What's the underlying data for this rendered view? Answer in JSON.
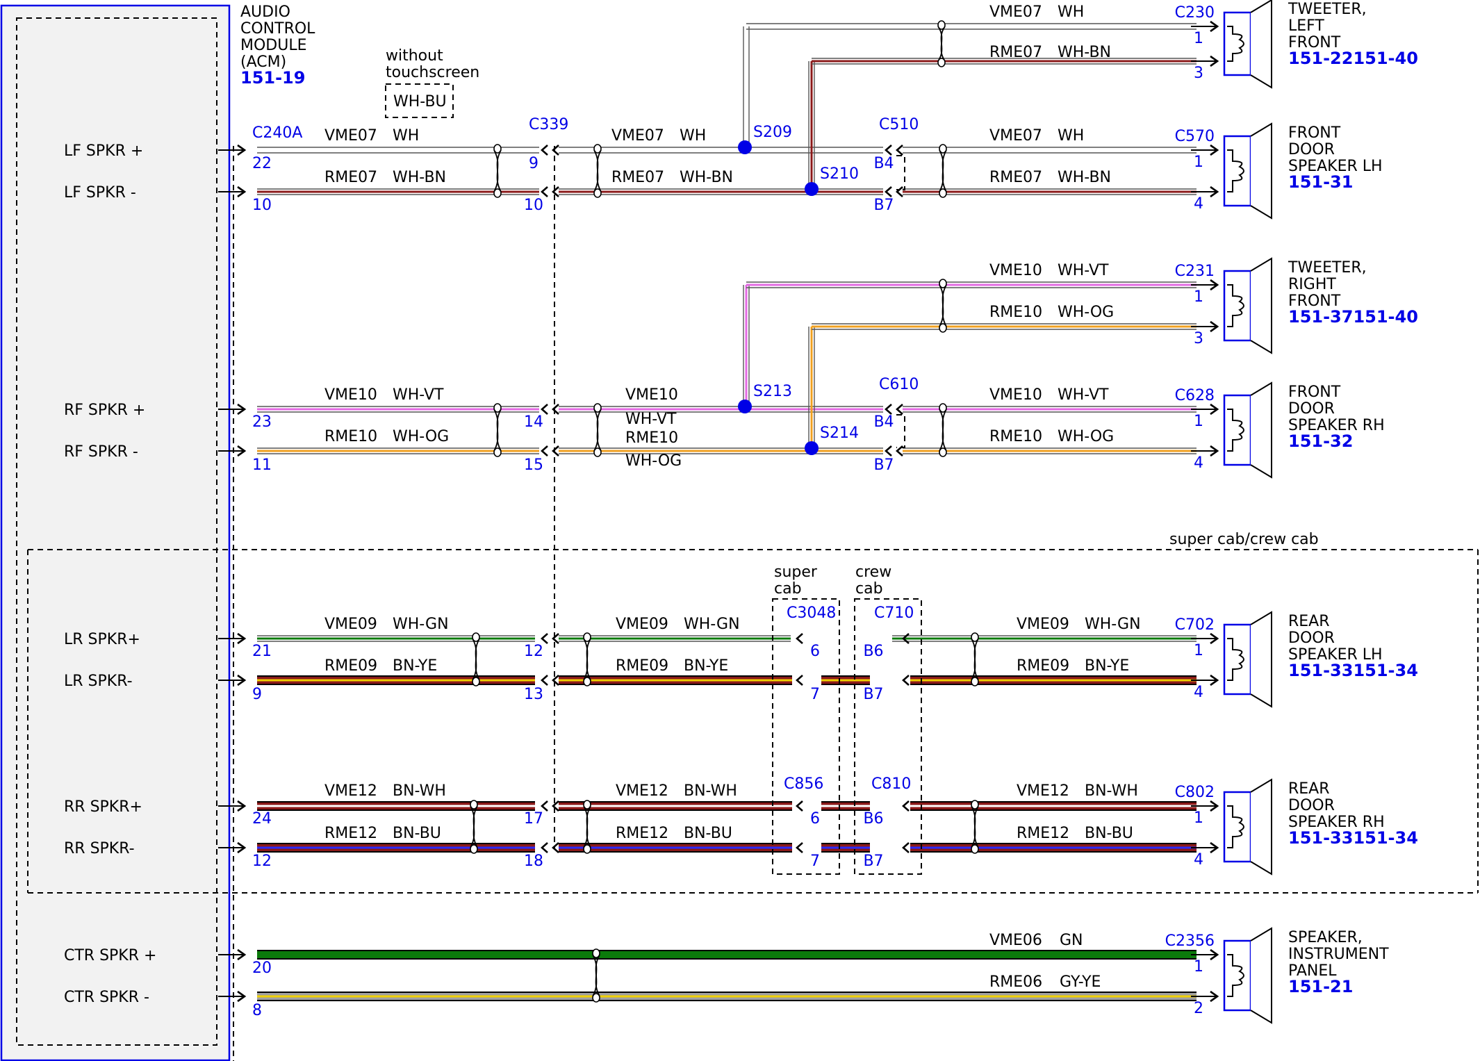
{
  "palette": {
    "WH": "#ffffff",
    "BN": "#8b1a1a",
    "BU": "#2a2aff",
    "GN": "#0b7a0b",
    "YE": "#f0d000",
    "VT": "#e36ae3",
    "OG": "#f0a020",
    "GY": "#a0a0a0",
    "blue": "#0000e6",
    "module_fill": "#f2f2f2"
  },
  "module": {
    "title_lines": [
      "AUDIO",
      "CONTROL",
      "MODULE",
      "(ACM)"
    ],
    "ref": "151-19",
    "pins": [
      "LF SPKR +",
      "LF SPKR -",
      "RF SPKR +",
      "RF SPKR -",
      "LR SPKR+",
      "LR SPKR-",
      "RR SPKR+",
      "RR SPKR-",
      "CTR SPKR +",
      "CTR SPKR -"
    ]
  },
  "option_note": {
    "lines": [
      "without",
      "touchscreen"
    ],
    "code": "WH-BU"
  },
  "zone_label": "super cab/crew cab",
  "cab_labels": {
    "super": [
      "super",
      "cab"
    ],
    "crew": [
      "crew",
      "cab"
    ]
  },
  "connectors": {
    "acm": "C240A",
    "c339": "C339",
    "c510": "C510",
    "c610": "C610",
    "c3048": "C3048",
    "c710": "C710",
    "c856": "C856",
    "c810": "C810"
  },
  "splices": [
    "S209",
    "S210",
    "S213",
    "S214"
  ],
  "pins": {
    "acm": [
      "22",
      "10",
      "23",
      "11",
      "21",
      "9",
      "24",
      "12",
      "20",
      "8"
    ],
    "c339": [
      "9",
      "10",
      "14",
      "15",
      "12",
      "13",
      "17",
      "18"
    ],
    "c510": [
      "B4",
      "B7"
    ],
    "c610": [
      "B4",
      "B7"
    ],
    "c3048": [
      "6",
      "7"
    ],
    "c710": [
      "B6",
      "B7"
    ],
    "c856": [
      "6",
      "7"
    ],
    "c810": [
      "B6",
      "B7"
    ]
  },
  "wires": [
    {
      "circuit": "VME07",
      "code": "WH"
    },
    {
      "circuit": "RME07",
      "code": "WH-BN"
    },
    {
      "circuit": "VME10",
      "code": "WH-VT"
    },
    {
      "circuit": "RME10",
      "code": "WH-OG"
    },
    {
      "circuit": "VME09",
      "code": "WH-GN"
    },
    {
      "circuit": "RME09",
      "code": "BN-YE"
    },
    {
      "circuit": "VME12",
      "code": "BN-WH"
    },
    {
      "circuit": "RME12",
      "code": "BN-BU"
    },
    {
      "circuit": "VME06",
      "code": "GN"
    },
    {
      "circuit": "RME06",
      "code": "GY-YE"
    }
  ],
  "speakers": [
    {
      "connector": "C230",
      "pins": [
        "1",
        "3"
      ],
      "name_lines": [
        "TWEETER,",
        "LEFT",
        "FRONT"
      ],
      "ref": "151-22151-40"
    },
    {
      "connector": "C570",
      "pins": [
        "1",
        "4"
      ],
      "name_lines": [
        "FRONT",
        "DOOR",
        "SPEAKER LH"
      ],
      "ref": "151-31"
    },
    {
      "connector": "C231",
      "pins": [
        "1",
        "3"
      ],
      "name_lines": [
        "TWEETER,",
        "RIGHT",
        "FRONT"
      ],
      "ref": "151-37151-40"
    },
    {
      "connector": "C628",
      "pins": [
        "1",
        "4"
      ],
      "name_lines": [
        "FRONT",
        "DOOR",
        "SPEAKER RH"
      ],
      "ref": "151-32"
    },
    {
      "connector": "C702",
      "pins": [
        "1",
        "4"
      ],
      "name_lines": [
        "REAR",
        "DOOR",
        "SPEAKER LH"
      ],
      "ref": "151-33151-34"
    },
    {
      "connector": "C802",
      "pins": [
        "1",
        "4"
      ],
      "name_lines": [
        "REAR",
        "DOOR",
        "SPEAKER RH"
      ],
      "ref": "151-33151-34"
    },
    {
      "connector": "C2356",
      "pins": [
        "1",
        "2"
      ],
      "name_lines": [
        "SPEAKER,",
        "INSTRUMENT",
        "PANEL"
      ],
      "ref": "151-21"
    }
  ]
}
